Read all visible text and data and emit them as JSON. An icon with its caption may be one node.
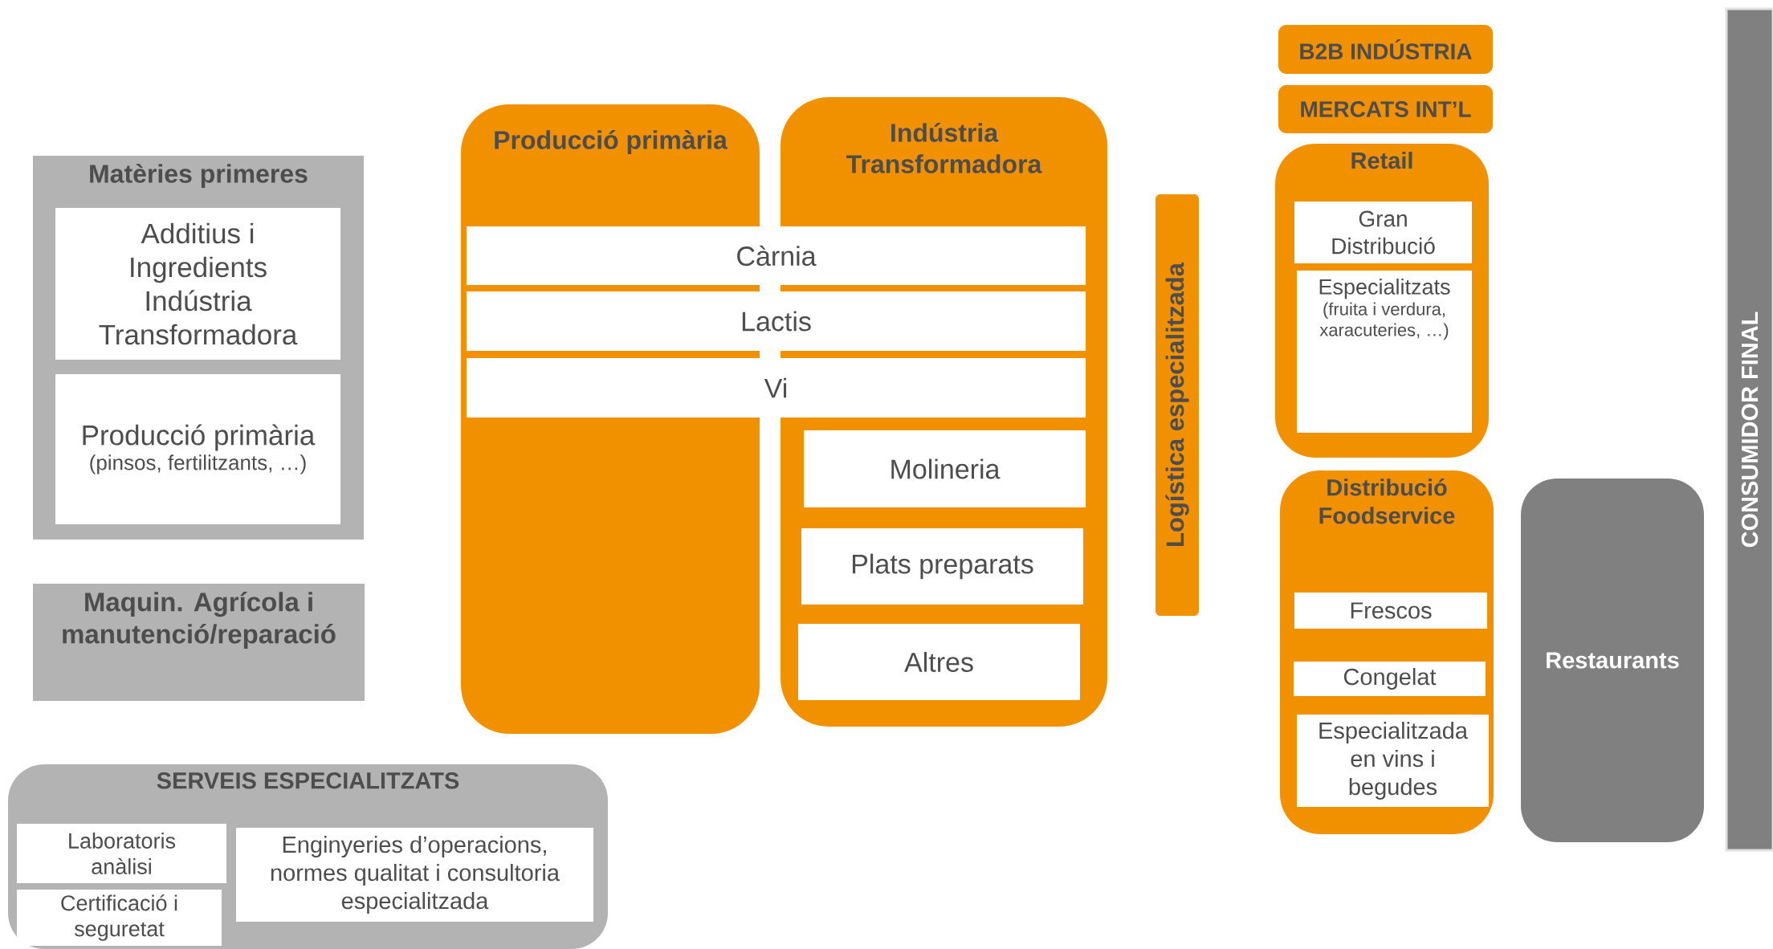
{
  "diagram": {
    "nodes": [
      {
        "text": [
          "Matèries primeres"
        ]
      },
      {
        "text": [
          "Additius i Ingredients Indústria Transformadora"
        ],
        "in": 0
      },
      {
        "text": [
          "Producció primària",
          "(pinsos, fertilitzants, …)"
        ],
        "in": 0
      },
      {
        "text": [
          "Maquin. Agrícola i manutenció/reparació"
        ]
      },
      {
        "text": [
          "Producció primària"
        ]
      },
      {
        "text": [
          "Indústria Transformadora"
        ]
      },
      {
        "text": [
          "Càrnia"
        ]
      },
      {
        "text": [
          "Lactis"
        ]
      },
      {
        "text": [
          "Vi"
        ]
      },
      {
        "text": [
          "Molineria"
        ],
        "in": 5
      },
      {
        "text": [
          "Plats preparats"
        ],
        "in": 5
      },
      {
        "text": [
          "Altres"
        ],
        "in": 5
      },
      {
        "text": [
          "Logística especialitzada"
        ]
      },
      {
        "text": [
          "B2B INDÚSTRIA"
        ]
      },
      {
        "text": [
          "MERCATS INT’L"
        ]
      },
      {
        "text": [
          "Retail"
        ]
      },
      {
        "text": [
          "Gran Distribució"
        ],
        "in": 15
      },
      {
        "text": [
          "Especialitzats",
          "(fruita i verdura, xaracuteries, …)"
        ],
        "in": 15
      },
      {
        "text": [
          "Distribució Foodservice"
        ]
      },
      {
        "text": [
          "Frescos"
        ],
        "in": 18
      },
      {
        "text": [
          "Congelat"
        ],
        "in": 18
      },
      {
        "text": [
          "Especialitzada en vins i begudes"
        ],
        "in": 18
      },
      {
        "text": [
          "Restaurants"
        ]
      },
      {
        "text": [
          "CONSUMIDOR FINAL"
        ]
      },
      {
        "text": [
          "SERVEIS ESPECIALITZATS"
        ]
      },
      {
        "text": [
          "Laboratoris anàlisi"
        ],
        "in": 24
      },
      {
        "text": [
          "Certificació i seguretat"
        ],
        "in": 24
      },
      {
        "text": [
          "Enginyeries d’operacions, normes qualitat i consultoria especialitzada"
        ],
        "in": 24
      }
    ]
  }
}
